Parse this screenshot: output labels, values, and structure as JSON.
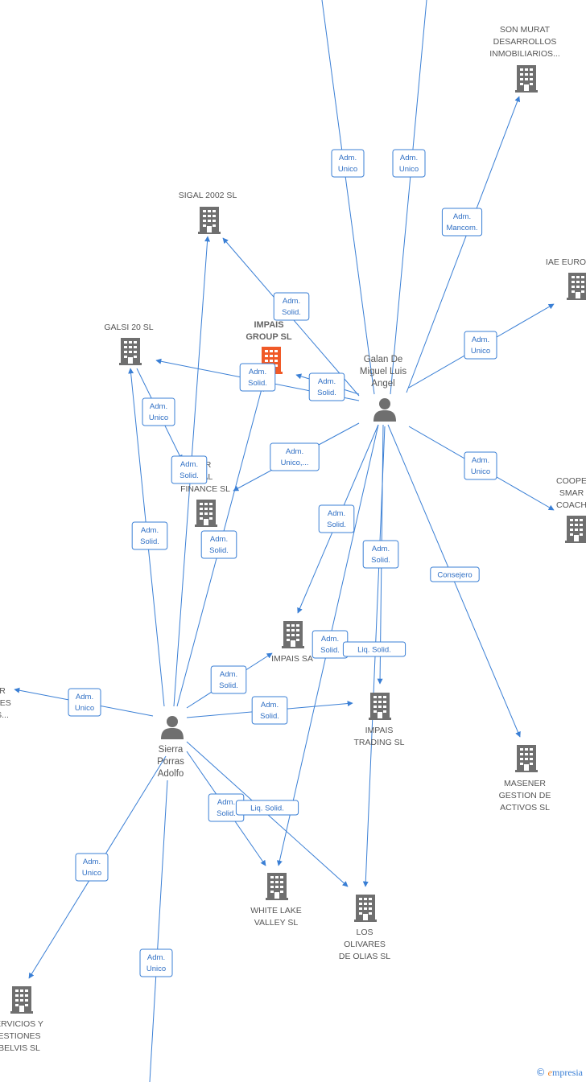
{
  "colors": {
    "edge": "#3a7fd5",
    "building": "#6f6f6f",
    "building_main": "#f05a28",
    "person": "#6f6f6f"
  },
  "companies": [
    {
      "id": "son-murat",
      "lines": [
        "SON MURAT",
        "DESARROLLOS",
        "INMOBILIARIOS..."
      ],
      "icon": "building-icon"
    },
    {
      "id": "sigal",
      "lines": [
        "SIGAL 2002  SL"
      ],
      "icon": "building-icon"
    },
    {
      "id": "iae",
      "lines": [
        "IAE EURO"
      ],
      "icon": "building-icon"
    },
    {
      "id": "galsi",
      "lines": [
        "GALSI 20  SL"
      ],
      "icon": "building-icon"
    },
    {
      "id": "impais-group",
      "lines": [
        "IMPAIS",
        "GROUP  SL"
      ],
      "icon": "building-icon",
      "main": true
    },
    {
      "id": "capital",
      "lines": [
        "ER",
        "TAL",
        "FINANCE  SL"
      ],
      "icon": "building-icon"
    },
    {
      "id": "coope",
      "lines": [
        "COOPE",
        "SMAR",
        "COACH"
      ],
      "icon": "building-icon"
    },
    {
      "id": "impais-sa",
      "lines": [
        "IMPAIS SA"
      ],
      "icon": "building-icon"
    },
    {
      "id": "impais-trading",
      "lines": [
        "IMPAIS",
        "TRADING  SL"
      ],
      "icon": "building-icon"
    },
    {
      "id": "masener",
      "lines": [
        "MASENER",
        "GESTION DE",
        "ACTIVOS  SL"
      ],
      "icon": "building-icon"
    },
    {
      "id": "white-lake",
      "lines": [
        "WHITE LAKE",
        "VALLEY SL"
      ],
      "icon": "building-icon"
    },
    {
      "id": "los-olivares",
      "lines": [
        "LOS",
        "OLIVARES",
        "DE OLIAS  SL"
      ],
      "icon": "building-icon"
    },
    {
      "id": "servicios",
      "lines": [
        "ERVICIOS Y",
        "ESTIONES",
        "BELVIS  SL"
      ],
      "icon": "building-icon"
    },
    {
      "id": "left-edge",
      "lines": [
        "R",
        "NES",
        "S..."
      ],
      "icon": "none"
    }
  ],
  "persons": [
    {
      "id": "galan",
      "lines": [
        "Galan De",
        "Miguel Luis",
        "Angel"
      ],
      "icon": "person-icon"
    },
    {
      "id": "sierra",
      "lines": [
        "Sierra",
        "Porras",
        "Adolfo"
      ],
      "icon": "person-icon"
    }
  ],
  "edge_labels": [
    {
      "id": "l1",
      "lines": [
        "Adm.",
        "Unico"
      ]
    },
    {
      "id": "l2",
      "lines": [
        "Adm.",
        "Unico"
      ]
    },
    {
      "id": "l3",
      "lines": [
        "Adm.",
        "Mancom."
      ]
    },
    {
      "id": "l4",
      "lines": [
        "Adm.",
        "Solid."
      ]
    },
    {
      "id": "l5",
      "lines": [
        "Adm.",
        "Unico"
      ]
    },
    {
      "id": "l6",
      "lines": [
        "Adm.",
        "Solid."
      ]
    },
    {
      "id": "l7",
      "lines": [
        "Adm.",
        "Solid."
      ]
    },
    {
      "id": "l8",
      "lines": [
        "Adm.",
        "Unico"
      ]
    },
    {
      "id": "l9",
      "lines": [
        "Adm.",
        "Solid."
      ]
    },
    {
      "id": "l10",
      "lines": [
        "Adm.",
        "Unico,..."
      ]
    },
    {
      "id": "l11",
      "lines": [
        "Adm.",
        "Unico"
      ]
    },
    {
      "id": "l12",
      "lines": [
        "Adm.",
        "Solid."
      ]
    },
    {
      "id": "l13",
      "lines": [
        "Adm.",
        "Solid."
      ]
    },
    {
      "id": "l14",
      "lines": [
        "Adm.",
        "Solid."
      ]
    },
    {
      "id": "l15",
      "lines": [
        "Adm.",
        "Solid."
      ]
    },
    {
      "id": "l16",
      "lines": [
        "Consejero"
      ]
    },
    {
      "id": "l17",
      "lines": [
        "Adm.",
        "Solid."
      ]
    },
    {
      "id": "l18",
      "lines": [
        "Liq.  Solid."
      ]
    },
    {
      "id": "l19",
      "lines": [
        "Adm.",
        "Solid."
      ]
    },
    {
      "id": "l20",
      "lines": [
        "Adm.",
        "Unico"
      ]
    },
    {
      "id": "l21",
      "lines": [
        "Adm.",
        "Solid."
      ]
    },
    {
      "id": "l22",
      "lines": [
        "Adm.",
        "Solid."
      ]
    },
    {
      "id": "l23",
      "lines": [
        "Liq.  Solid."
      ]
    },
    {
      "id": "l24",
      "lines": [
        "Adm.",
        "Unico"
      ]
    },
    {
      "id": "l25",
      "lines": [
        "Adm.",
        "Unico"
      ]
    }
  ],
  "footer": {
    "copyright": "©",
    "brand_initial": "e",
    "brand_rest": "mpresia"
  }
}
